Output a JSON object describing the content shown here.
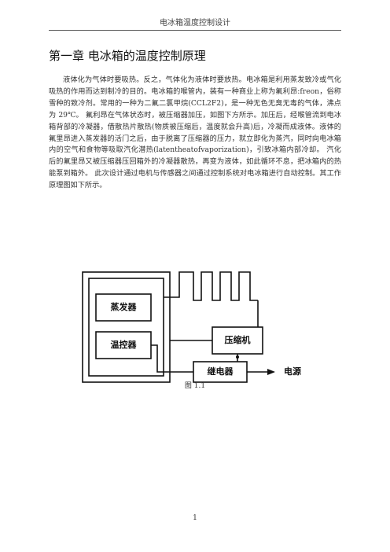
{
  "header": {
    "title": "电冰箱温度控制设计"
  },
  "chapter": {
    "title": "第一章  电冰箱的温度控制原理"
  },
  "body": {
    "paragraph": "液体化为气体时要吸热。反之，气体化为液体时要放热。电冰箱是利用蒸发致冷或气化吸热的作用而达到制冷的目的。电冰箱的喉管内，装有一种商业上称为氟利昂:freon，俗称雪种的致冷剂。常用的一种为二氟二氯甲烷(CCL2F2)，是一种无色无臭无毒的气体，沸点为 29℃。 氟利昂在气体状态时，被压缩器加压，如图下方所示。加压后，经喉管流到电冰箱背部的冷凝器，借散热片散热(物质被压缩后，温度就会升高)后，冷凝而成液体。液体的氟里昂进入蒸发器的活门之后，由于脱离了压缩器的压力，就立即化为蒸汽，同时向电冰箱内的空气和食物等吸取汽化潜热(latentheatofvaporization)，引致冰箱内部冷却。 汽化后的氟里昂又被压缩器压回箱外的冷凝器散热，再变为液体，如此循环不息，把冰箱内的热能泵到箱外。 此次设计通过电机与传感器之间通过控制系统对电冰箱进行自动控制。其工作原理图如下所示。"
  },
  "figure": {
    "labels": {
      "evaporator": "蒸发器",
      "thermostat": "温控器",
      "compressor": "压缩机",
      "relay": "继电器",
      "power": "电源"
    },
    "caption": "图 1.1"
  },
  "footer": {
    "page_number": "1"
  }
}
